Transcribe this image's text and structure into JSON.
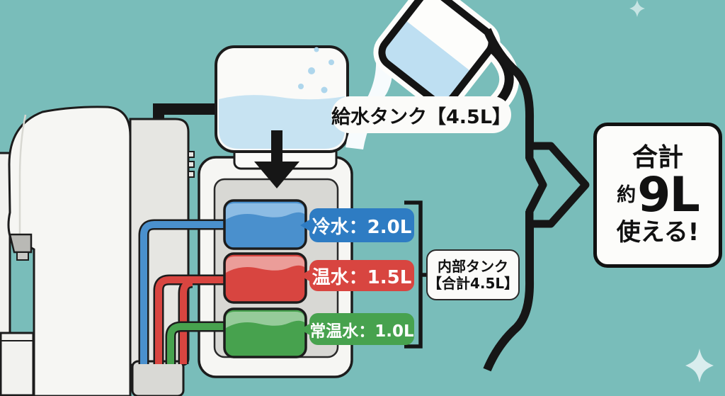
{
  "diagram": {
    "title_note": "water dispenser capacity diagram",
    "colors": {
      "background": "#79bdba",
      "cold": "#2e7cc3",
      "hot": "#d84540",
      "ambient": "#47a24e",
      "outline": "#161616",
      "water": "#c7e3f2"
    },
    "supply_tank": {
      "label": "給水タンク【4.5L】",
      "capacity": "4.5L"
    },
    "internal_tanks": [
      {
        "name": "cold-water",
        "label": "冷水：2.0L",
        "volume": "2.0L",
        "color": "#2e7cc3"
      },
      {
        "name": "hot-water",
        "label": "温水：1.5L",
        "volume": "1.5L",
        "color": "#d84540"
      },
      {
        "name": "ambient-water",
        "label": "常温水：1.0L",
        "volume": "1.0L",
        "color": "#47a24e"
      }
    ],
    "internal_tank_group": {
      "line1": "内部タンク",
      "line2": "【合計4.5L】"
    },
    "total": {
      "line1": "合計",
      "prefix": "約",
      "value": "9L",
      "line3": "使える!"
    },
    "icons": [
      "kettle-icon",
      "down-arrow-icon",
      "merge-arrow-icon",
      "sparkle-icon"
    ]
  }
}
